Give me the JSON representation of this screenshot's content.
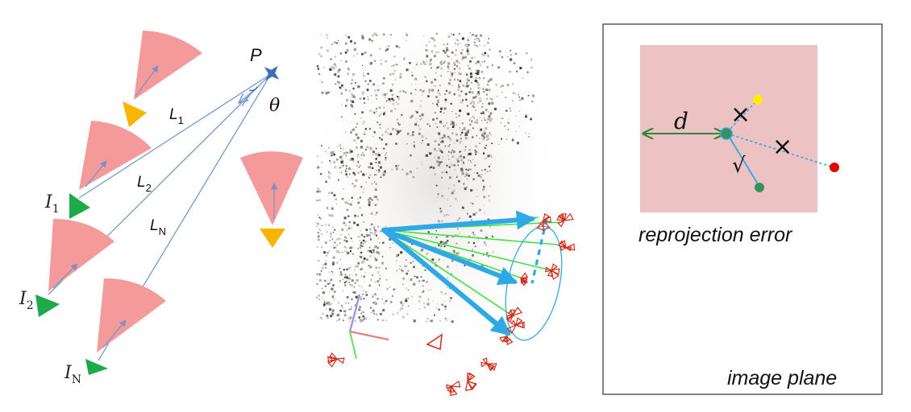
{
  "left_panel": {
    "point_label": "P",
    "angle_label": "θ",
    "cameras": [
      {
        "name": "I",
        "sub": "1"
      },
      {
        "name": "I",
        "sub": "2"
      },
      {
        "name": "I",
        "sub": "N"
      }
    ],
    "rays": [
      {
        "name": "L",
        "sub": "1"
      },
      {
        "name": "L",
        "sub": "2"
      },
      {
        "name": "L",
        "sub": "N"
      }
    ]
  },
  "right_panel": {
    "distance_label": "d",
    "accept_mark": "√",
    "reject_mark": "×",
    "caption": "reprojection error",
    "plane_label": "image plane"
  },
  "colors": {
    "fov_fill": "#f49a9a",
    "camera_green": "#1faa4a",
    "camera_orange": "#f8b400",
    "ray": "#6f9bd3",
    "point_star": "#3e6fb0",
    "region_fill": "#ecc2c2",
    "measure_green": "#2b8a3e",
    "projection_dot": "#3a8f5a",
    "yellow_dot": "#ffee00",
    "red_dot": "#e00000",
    "track_blue": "#2fa8e6",
    "track_green": "#40e040",
    "camera_red": "#d42a1a"
  }
}
